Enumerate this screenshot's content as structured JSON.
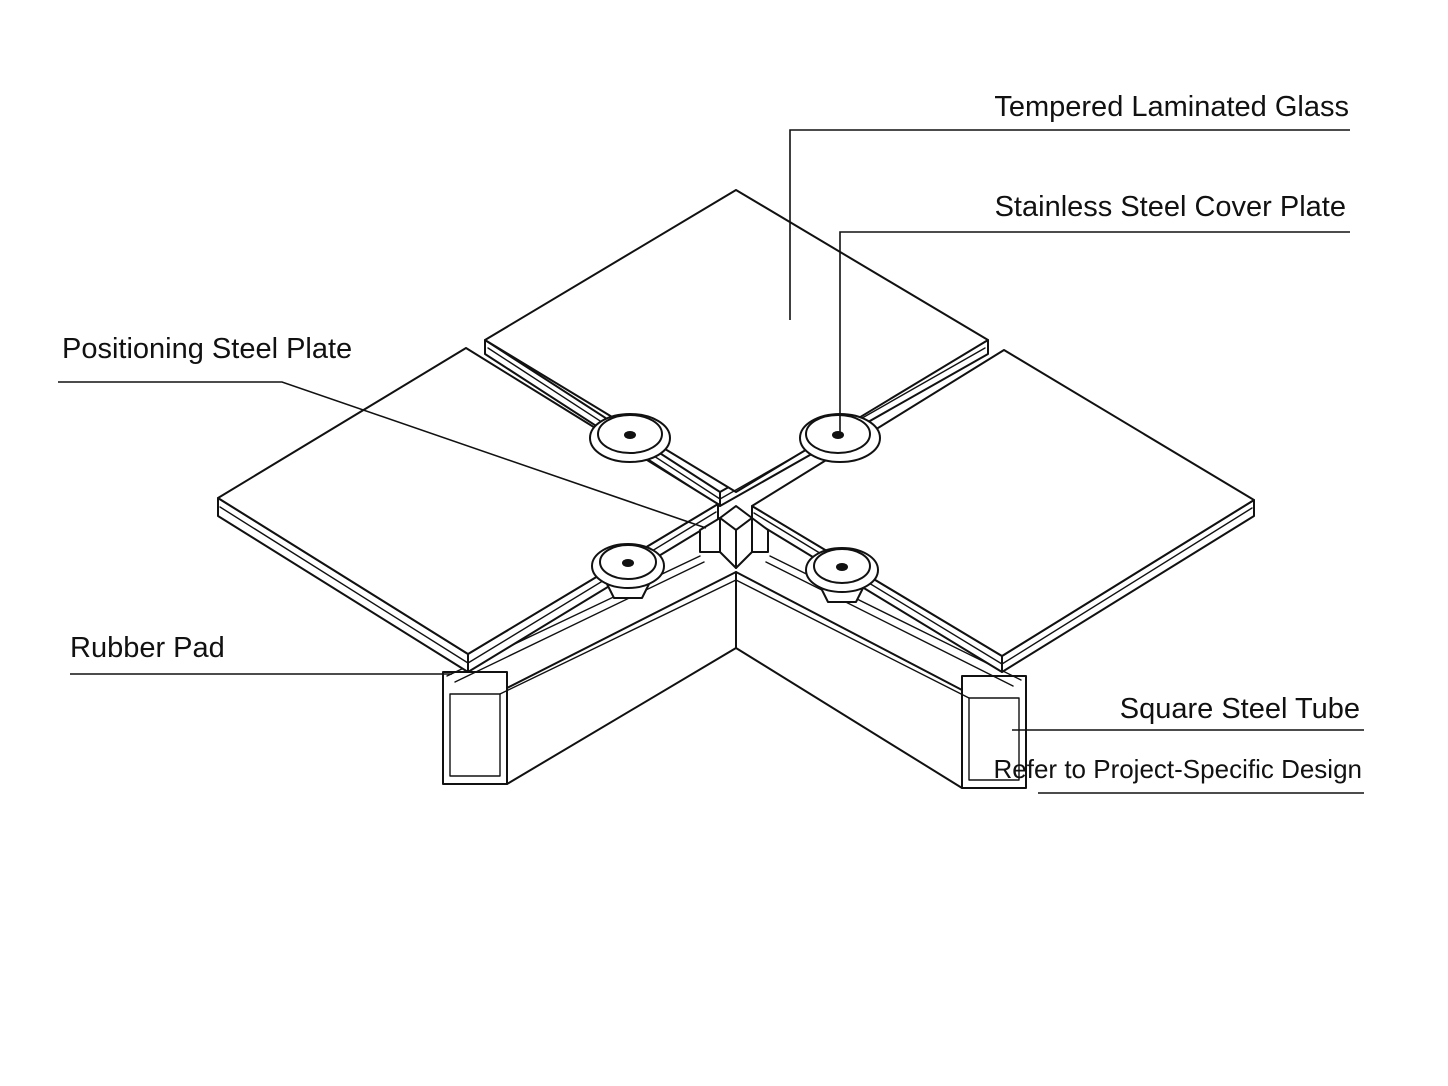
{
  "labels": {
    "tempered_laminated_glass": "Tempered Laminated Glass",
    "stainless_steel_cover_plate": "Stainless Steel Cover Plate",
    "positioning_steel_plate": "Positioning Steel Plate",
    "rubber_pad": "Rubber Pad",
    "square_steel_tube": "Square Steel Tube",
    "refer_to_design": "Refer to Project-Specific Design"
  },
  "colors": {
    "line": "#111111",
    "background": "#ffffff"
  }
}
